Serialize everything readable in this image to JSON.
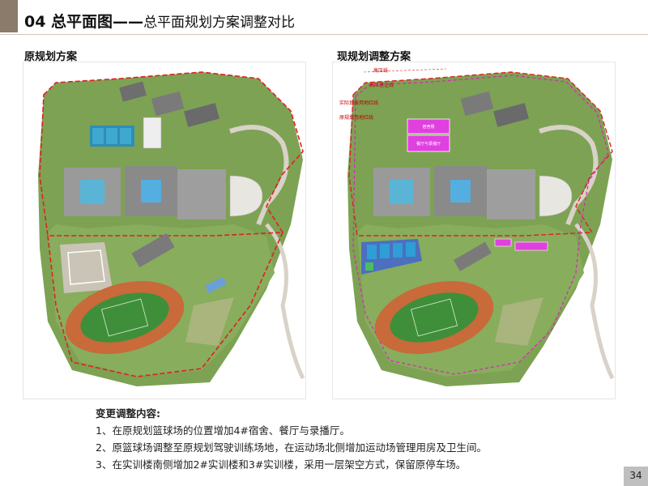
{
  "header": {
    "title_main": "04 总平面图——",
    "title_sub": "总平面规划方案调整对比"
  },
  "left_panel": {
    "label": "原规划方案"
  },
  "right_panel": {
    "label": "现规划调整方案",
    "annotations": [
      "高压线",
      "高压退让线",
      "实际划拨用地红线",
      "原规划用地红线"
    ],
    "building_labels": [
      "宿舍楼",
      "餐厅与录播厅"
    ]
  },
  "notes": {
    "heading": "变更调整内容:",
    "items": [
      "1、在原规划篮球场的位置增加4#宿舍、餐厅与录播厅。",
      "2、原篮球场调整至原规划驾驶训练场地，在运动场北侧增加运动场管理用房及卫生间。",
      "3、在实训楼南侧增加2#实训楼和3#实训楼，采用一层架空方式，保留原停车场。"
    ]
  },
  "page_number": "34",
  "colors": {
    "accent": "#8b7b6a",
    "site_green": "#6f9a4a",
    "red_line": "#e02020",
    "magenta_line": "#e020c0",
    "pink_building": "#e040e0",
    "court_blue": "#3a6fd8",
    "track": "#c86a3a"
  },
  "icons": [
    "site-plan-illustration"
  ]
}
